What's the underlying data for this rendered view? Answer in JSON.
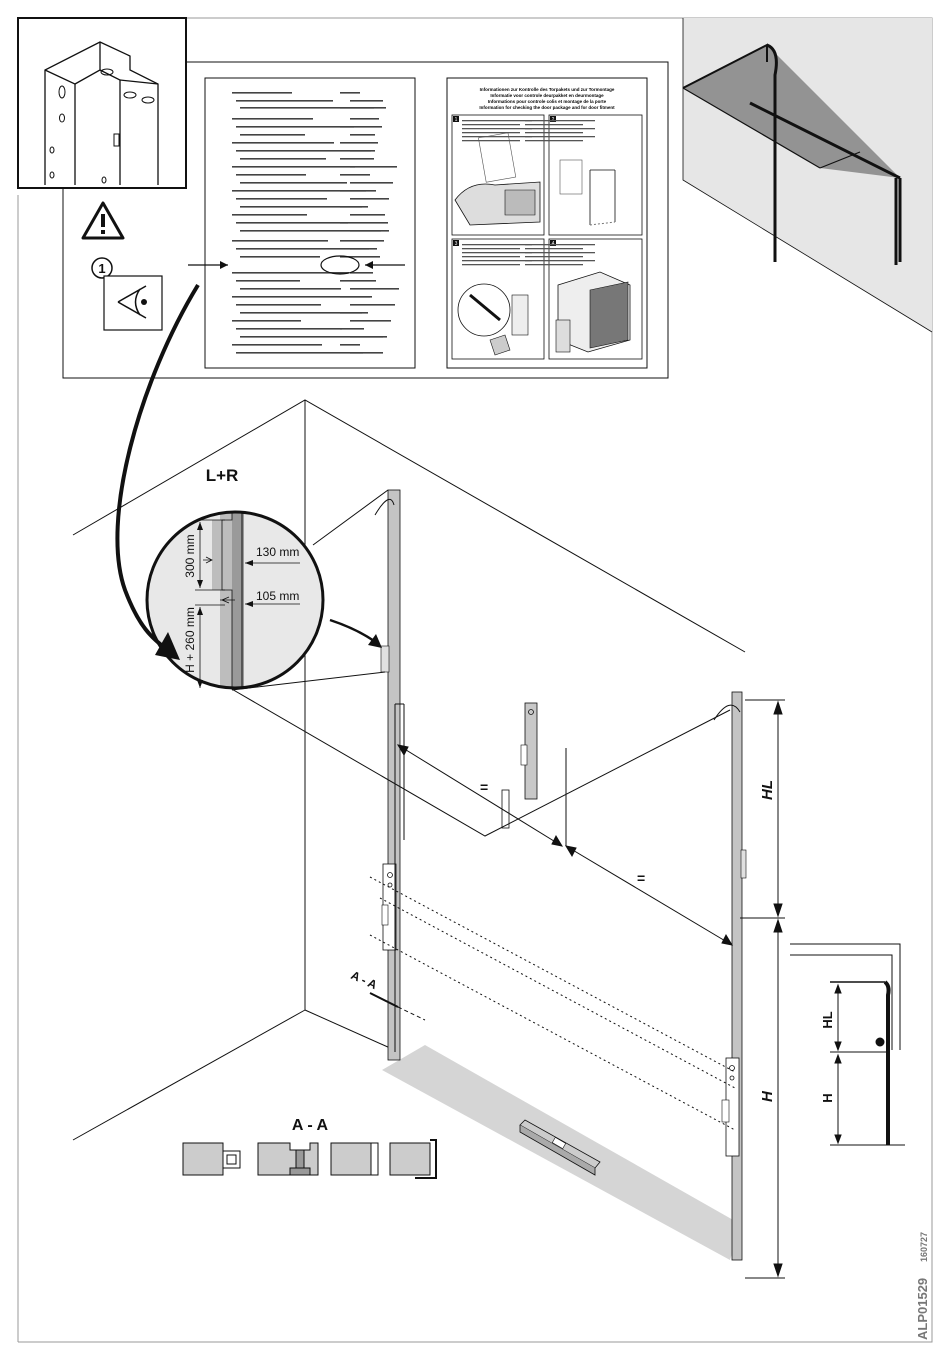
{
  "doc_code": "ALP01529",
  "doc_date": "160727",
  "labels": {
    "lr": "L+R",
    "d130": "130 mm",
    "d105": "105 mm",
    "d300": "300 mm",
    "dh260": "H + 260 mm",
    "aa_small": "A - A",
    "aa_big": "A - A",
    "eq1": "=",
    "eq2": "=",
    "hl_main": "HL",
    "h_main": "H",
    "hl_side": "HL",
    "h_side": "H",
    "step_num": "1"
  },
  "leaflet": {
    "titles": [
      "Informationen zur Kontrolle des Torpakets und zur Tormontage",
      "Informatie voor controle deurpakket en deurmontage",
      "Informations pour controle colis et montage de la porte",
      "Information for checking the door package and for door fitment"
    ],
    "panel_nums": [
      "1",
      "2",
      "3",
      "4"
    ]
  }
}
